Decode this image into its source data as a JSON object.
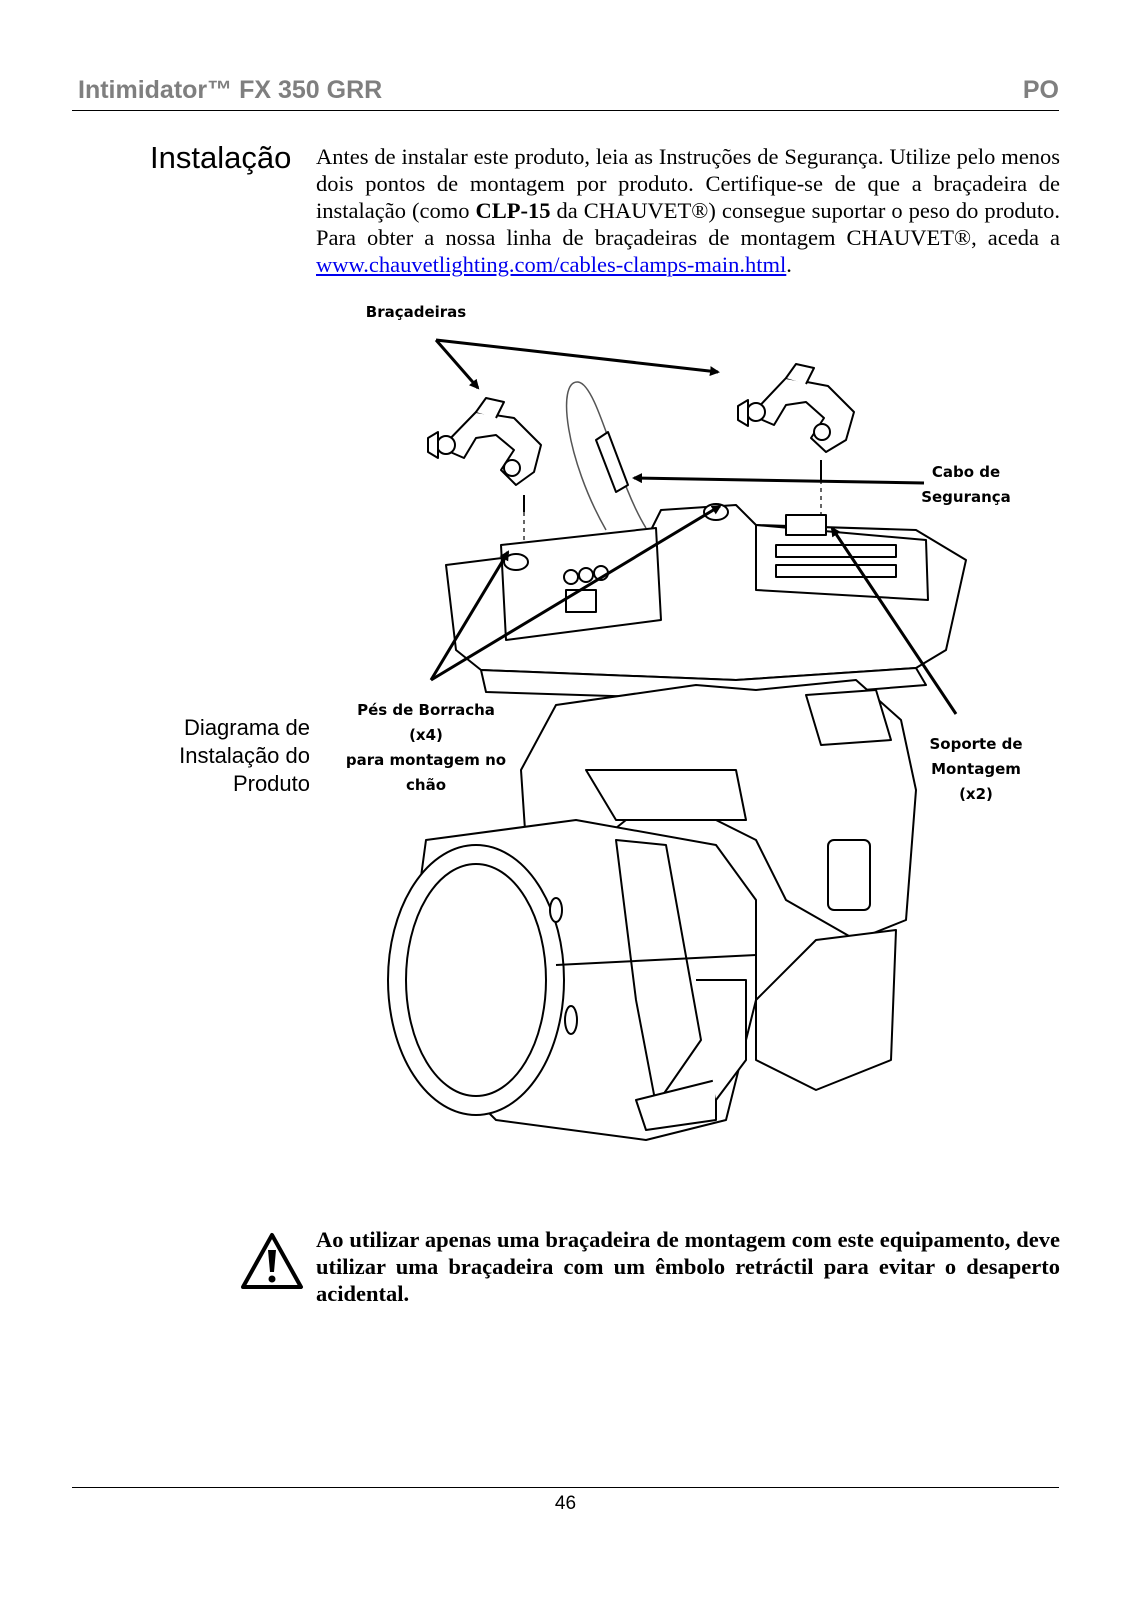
{
  "header": {
    "title": "Intimidator™ FX 350 GRR",
    "language": "PO"
  },
  "section": {
    "title": "Instalação"
  },
  "intro": {
    "part1": "Antes de instalar este produto, leia as Instruções de Segurança. Utilize pelo menos dois pontos de montagem por produto. Certifique-se de que a braçadeira de instalação (como ",
    "bold": "CLP-15",
    "part2": " da CHAUVET®) consegue suportar o peso do produto. Para obter a nossa linha de braçadeiras de montagem CHAUVET®, aceda a ",
    "link": "www.chauvetlighting.com/cables-clamps-main.html",
    "end": "."
  },
  "side_caption": {
    "line1": "Diagrama de",
    "line2": "Instalação do",
    "line3": "Produto"
  },
  "diagram": {
    "clamps_label": "Braçadeiras",
    "safety_line1": "Cabo de",
    "safety_line2": "Segurança",
    "feet_line1": "Pés de Borracha",
    "feet_line2": "(x4)",
    "feet_line3": "para montagem no",
    "feet_line4": "chão",
    "bracket_line1": "Soporte de",
    "bracket_line2": "Montagem",
    "bracket_line3": "(x2)"
  },
  "warning": {
    "text": "Ao utilizar apenas uma braçadeira de montagem com este equipamento, deve utilizar uma braçadeira com um êmbolo retráctil para evitar o desaperto acidental."
  },
  "footer": {
    "page": "46"
  }
}
